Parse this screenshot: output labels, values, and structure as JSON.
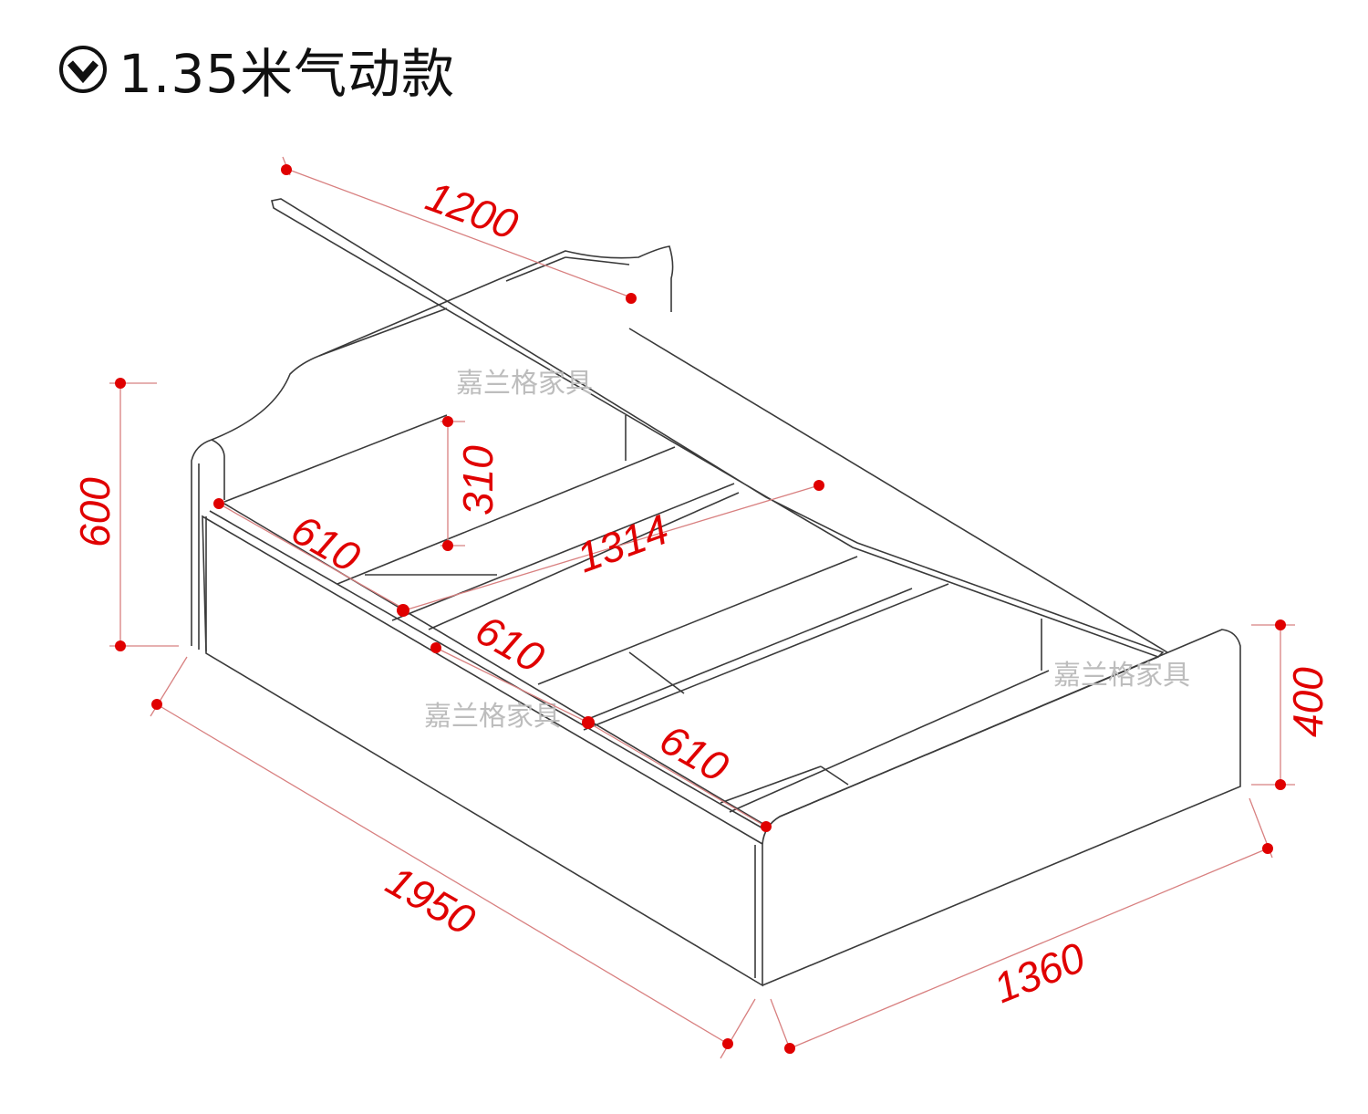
{
  "header": {
    "title": "1.35米气动款",
    "icon": "chevron-down-circle-icon"
  },
  "watermark": "嘉兰格家具",
  "colors": {
    "dimension": "#e00000",
    "outline": "#3a3a3a",
    "watermark": "#bdbdbd"
  },
  "dimensions": {
    "lid_length": "1200",
    "headboard_height": "600",
    "storage_depth": "310",
    "inner_length": "1314",
    "segment_1": "610",
    "segment_2": "610",
    "segment_3": "610",
    "footboard_height": "400",
    "bed_length": "1950",
    "bed_width": "1360"
  }
}
